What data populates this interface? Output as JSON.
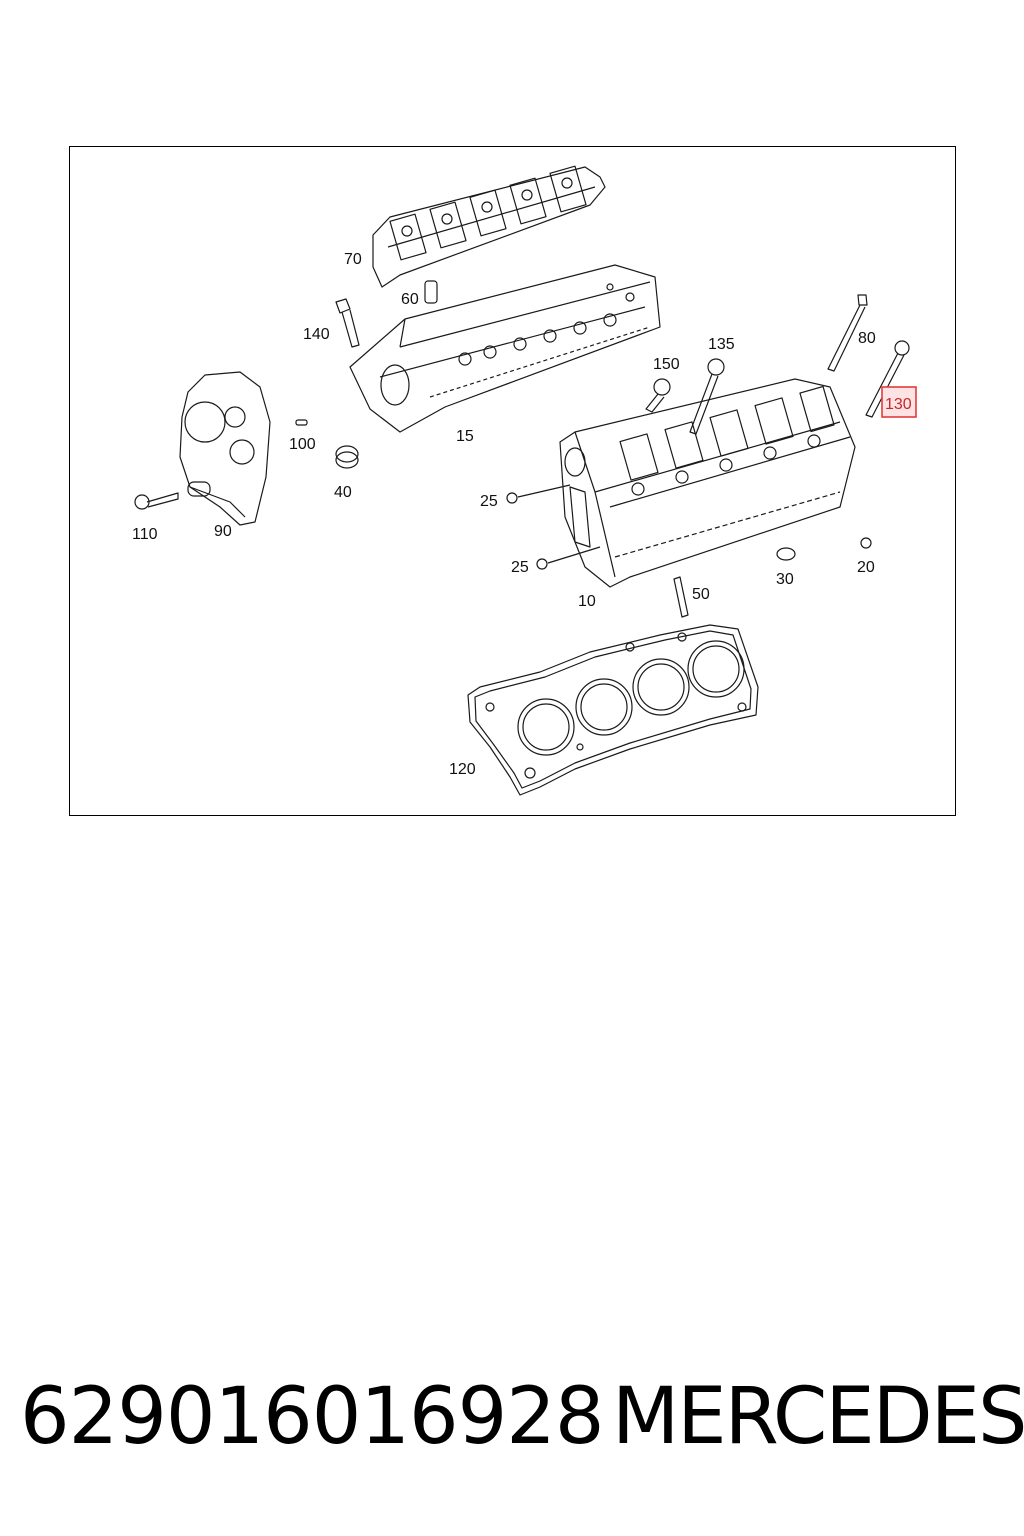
{
  "diagram": {
    "callouts": [
      {
        "id": "70",
        "label": "70"
      },
      {
        "id": "60",
        "label": "60"
      },
      {
        "id": "140",
        "label": "140"
      },
      {
        "id": "80",
        "label": "80"
      },
      {
        "id": "130",
        "label": "130",
        "highlighted": true
      },
      {
        "id": "135",
        "label": "135"
      },
      {
        "id": "150",
        "label": "150"
      },
      {
        "id": "100",
        "label": "100"
      },
      {
        "id": "15",
        "label": "15"
      },
      {
        "id": "40",
        "label": "40"
      },
      {
        "id": "110",
        "label": "110"
      },
      {
        "id": "90",
        "label": "90"
      },
      {
        "id": "25a",
        "label": "25"
      },
      {
        "id": "25b",
        "label": "25"
      },
      {
        "id": "10",
        "label": "10"
      },
      {
        "id": "50",
        "label": "50"
      },
      {
        "id": "30",
        "label": "30"
      },
      {
        "id": "20",
        "label": "20"
      },
      {
        "id": "120",
        "label": "120"
      }
    ],
    "highlight_color": "#e23b3b",
    "highlight_fill": "#fde3e3",
    "line_color": "#1a1a1a"
  },
  "caption": {
    "part_number": "629016016928",
    "brand": "MERCEDES"
  }
}
